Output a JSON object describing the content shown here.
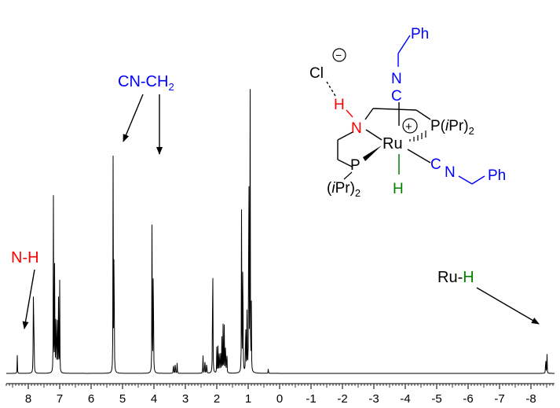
{
  "chart_data": {
    "type": "line",
    "title": "",
    "xlabel": "",
    "ylabel": "",
    "x_axis": {
      "range": [
        8.7,
        -8.75
      ],
      "reversed": true,
      "tick_labels": [
        "8",
        "7",
        "6",
        "5",
        "4",
        "3",
        "2",
        "1",
        "0",
        "-1",
        "-2",
        "-3",
        "-4",
        "-5",
        "-6",
        "-7",
        "-8"
      ],
      "tick_values": [
        8,
        7,
        6,
        5,
        4,
        3,
        2,
        1,
        0,
        -1,
        -2,
        -3,
        -4,
        -5,
        -6,
        -7,
        -8
      ],
      "minor_tick_step": 0.1
    },
    "grid": false,
    "series": [
      {
        "baseline": 0,
        "peaks": [
          {
            "ppm": 8.35,
            "height": 0.05
          },
          {
            "ppm": 7.84,
            "height": 0.24
          },
          {
            "ppm": 7.82,
            "height": 0.24
          },
          {
            "ppm": 7.2,
            "height": 0.48
          },
          {
            "ppm": 7.16,
            "height": 0.36
          },
          {
            "ppm": 7.12,
            "height": 0.27
          },
          {
            "ppm": 7.08,
            "height": 0.27
          },
          {
            "ppm": 7.04,
            "height": 0.25
          },
          {
            "ppm": 7.0,
            "height": 0.25
          },
          {
            "ppm": 5.3,
            "height": 0.58
          },
          {
            "ppm": 5.27,
            "height": 0.58
          },
          {
            "ppm": 4.06,
            "height": 0.5
          },
          {
            "ppm": 4.02,
            "height": 0.5
          },
          {
            "ppm": 3.38,
            "height": 0.04
          },
          {
            "ppm": 3.32,
            "height": 0.045
          },
          {
            "ppm": 3.26,
            "height": 0.035
          },
          {
            "ppm": 2.44,
            "height": 0.06
          },
          {
            "ppm": 2.38,
            "height": 0.06
          },
          {
            "ppm": 2.32,
            "height": 0.045
          },
          {
            "ppm": 2.13,
            "height": 0.52
          },
          {
            "ppm": 2.0,
            "height": 0.07
          },
          {
            "ppm": 1.96,
            "height": 0.09
          },
          {
            "ppm": 1.92,
            "height": 0.1
          },
          {
            "ppm": 1.88,
            "height": 0.1
          },
          {
            "ppm": 1.84,
            "height": 0.12
          },
          {
            "ppm": 1.8,
            "height": 0.13
          },
          {
            "ppm": 1.76,
            "height": 0.16
          },
          {
            "ppm": 1.72,
            "height": 0.13
          },
          {
            "ppm": 1.68,
            "height": 0.09
          },
          {
            "ppm": 1.21,
            "height": 0.55
          },
          {
            "ppm": 1.17,
            "height": 0.53
          },
          {
            "ppm": 1.08,
            "height": 0.22
          },
          {
            "ppm": 1.04,
            "height": 0.2
          },
          {
            "ppm": 0.98,
            "height": 0.98
          },
          {
            "ppm": 0.94,
            "height": 0.95
          },
          {
            "ppm": 0.9,
            "height": 0.18
          },
          {
            "ppm": 0.36,
            "height": 0.015
          },
          {
            "ppm": -8.47,
            "height": 0.065
          },
          {
            "ppm": -8.51,
            "height": 0.065
          }
        ]
      }
    ],
    "annotations": [
      {
        "name": "nh",
        "parts": [
          {
            "text": "N-",
            "color": "#ff0000"
          },
          {
            "text": "H",
            "color": "#ff0000"
          }
        ],
        "target_ppm": 8.35
      },
      {
        "name": "cnch2",
        "parts": [
          {
            "text": "CN-CH",
            "color": "#0000ff"
          },
          {
            "text": "2",
            "color": "#0000ff",
            "sub": true
          }
        ],
        "target_ppm": [
          5.29,
          4.04
        ]
      },
      {
        "name": "ruh",
        "parts": [
          {
            "text": "Ru-",
            "color": "#000000"
          },
          {
            "text": "H",
            "color": "#008000"
          }
        ],
        "target_ppm": -8.49
      }
    ],
    "structure_labels": {
      "ph_top": "Ph",
      "ph_right": "Ph",
      "cl": "Cl",
      "minus": "−",
      "plus": "+",
      "h_nh": "H",
      "n_amine": "N",
      "ru": "Ru",
      "p_left": "P",
      "ipr2_left_open": "(",
      "ipr2_left_i": "i",
      "ipr2_left_pr": "Pr)",
      "ipr2_left_sub": "2",
      "p_right": "P(",
      "ipr2_right_i": "i",
      "ipr2_right_pr": "Pr)",
      "ipr2_right_sub": "2",
      "h_ru": "H",
      "c_top": "C",
      "n_top": "N",
      "c_right": "C",
      "n_right": "N"
    },
    "colors": {
      "spectrum": "#000000",
      "red": "#ff0000",
      "blue": "#0000ff",
      "green": "#008000",
      "black": "#000000"
    }
  }
}
